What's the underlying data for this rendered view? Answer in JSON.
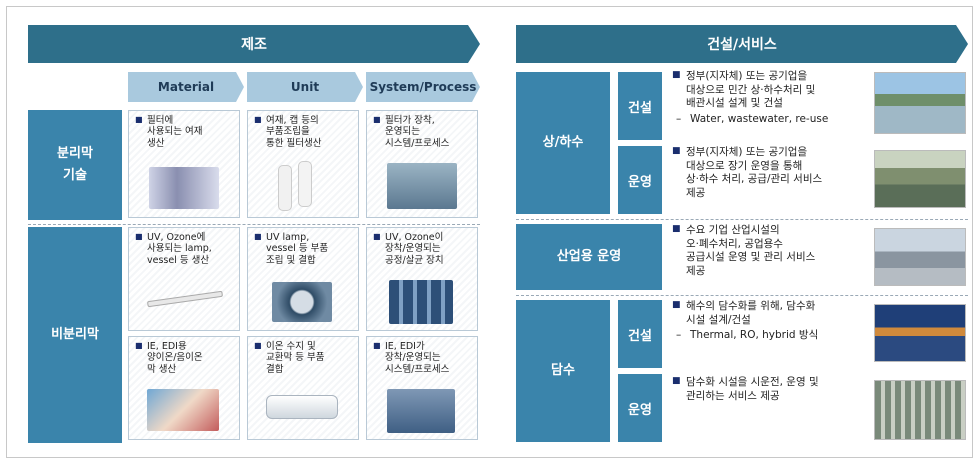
{
  "left": {
    "title": "제조",
    "columns": [
      "Material",
      "Unit",
      "System/Process"
    ],
    "rows": [
      {
        "label_line1": "분리막",
        "label_line2": "기술"
      },
      {
        "label_line1": "비분리막",
        "label_line2": ""
      }
    ],
    "cells": [
      "필터에\n사용되는 여재\n생산",
      "여재, 캡 등의\n부품조립을\n통한 필터생산",
      "필터가 장착,\n운영되는\n시스템/프로세스",
      "UV, Ozone에\n사용되는 lamp,\nvessel 등 생산",
      "UV lamp,\nvessel 등 부품\n조립 및 결합",
      "UV, Ozone이\n장착/운영되는\n공정/살균 장치",
      "IE, EDI용\n양이온/음이온\n막 생산",
      "이온 수지 및\n교환막 등 부품\n결합",
      "IE, EDI가\n장착/운영되는\n시스템/프로세스"
    ]
  },
  "right": {
    "title": "건설/서비스",
    "groups": [
      {
        "label": "상/하수"
      },
      {
        "label": "산업용 운영"
      },
      {
        "label": "담수"
      }
    ],
    "subs": [
      "건설",
      "운영",
      "건설",
      "운영"
    ],
    "items": [
      {
        "text": "정부(지자체) 또는 공기업을\n대상으로 민간 상·하수처리 및\n배관시설 설계 및 건설",
        "dash": "Water, wastewater, re-use"
      },
      {
        "text": "정부(지자체) 또는 공기업을\n대상으로 장기 운영을 통해\n상·하수 처리, 공급/관리 서비스\n제공",
        "dash": ""
      },
      {
        "text": "수요 기업 산업시설의\n오·폐수처리, 공업용수\n공급시설 운영 및 관리 서비스\n제공",
        "dash": ""
      },
      {
        "text": "해수의 담수화를 위해, 담수화\n시설 설계/건설",
        "dash": "Thermal, RO, hybrid 방식"
      },
      {
        "text": "담수화 시설을 시운전, 운영 및\n관리하는 서비스 제공",
        "dash": ""
      }
    ]
  },
  "colors": {
    "banner": "#2e6f8a",
    "header": "#3a84ab",
    "colhead": "#a9c9de",
    "bullet": "#1a2e6e"
  }
}
